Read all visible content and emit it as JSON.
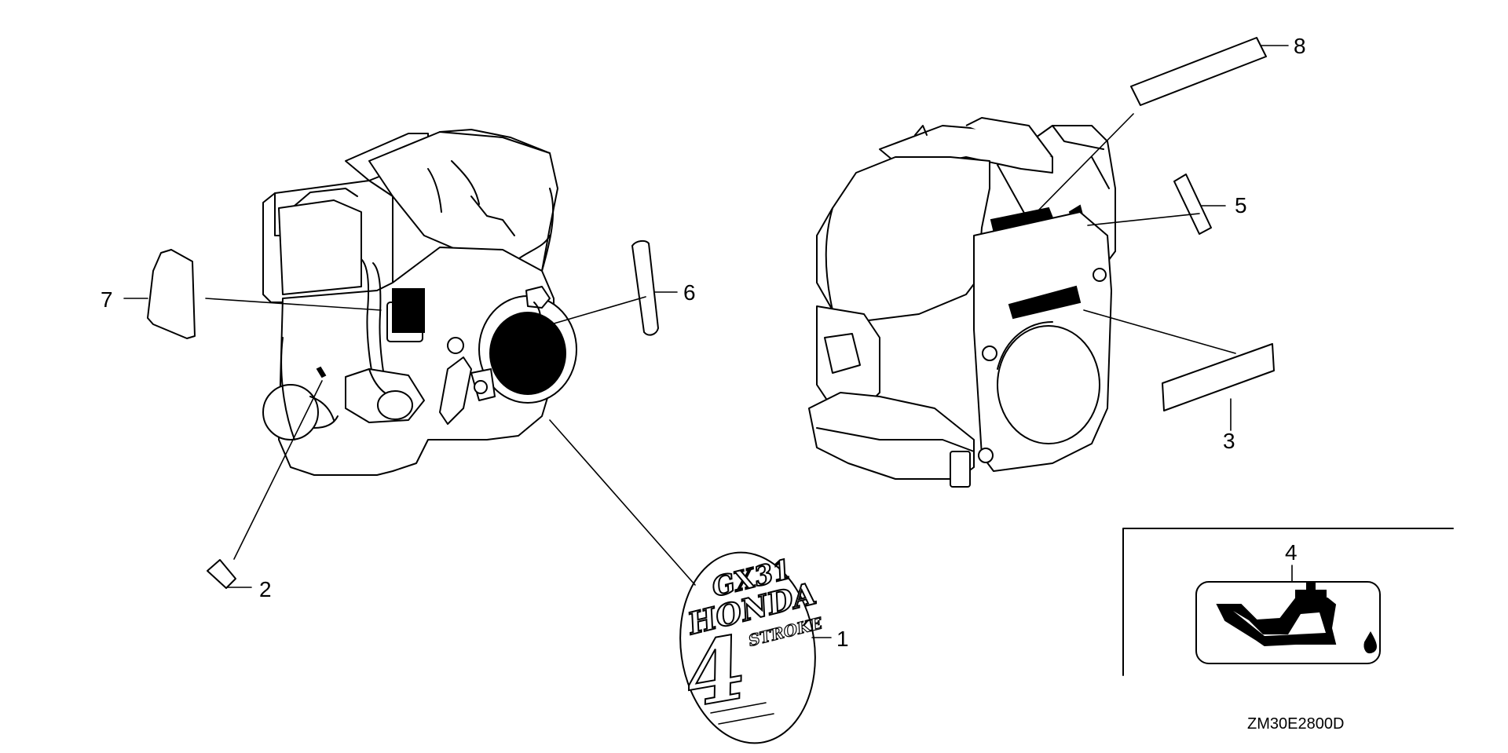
{
  "callouts": {
    "c1": "1",
    "c2": "2",
    "c3": "3",
    "c4": "4",
    "c5": "5",
    "c6": "6",
    "c7": "7",
    "c8": "8"
  },
  "emblem": {
    "model": "GX31",
    "brand": "HONDA",
    "cycle_digit": "4",
    "cycle_word": "STROKE"
  },
  "drawing_code": "ZM30E2800D"
}
